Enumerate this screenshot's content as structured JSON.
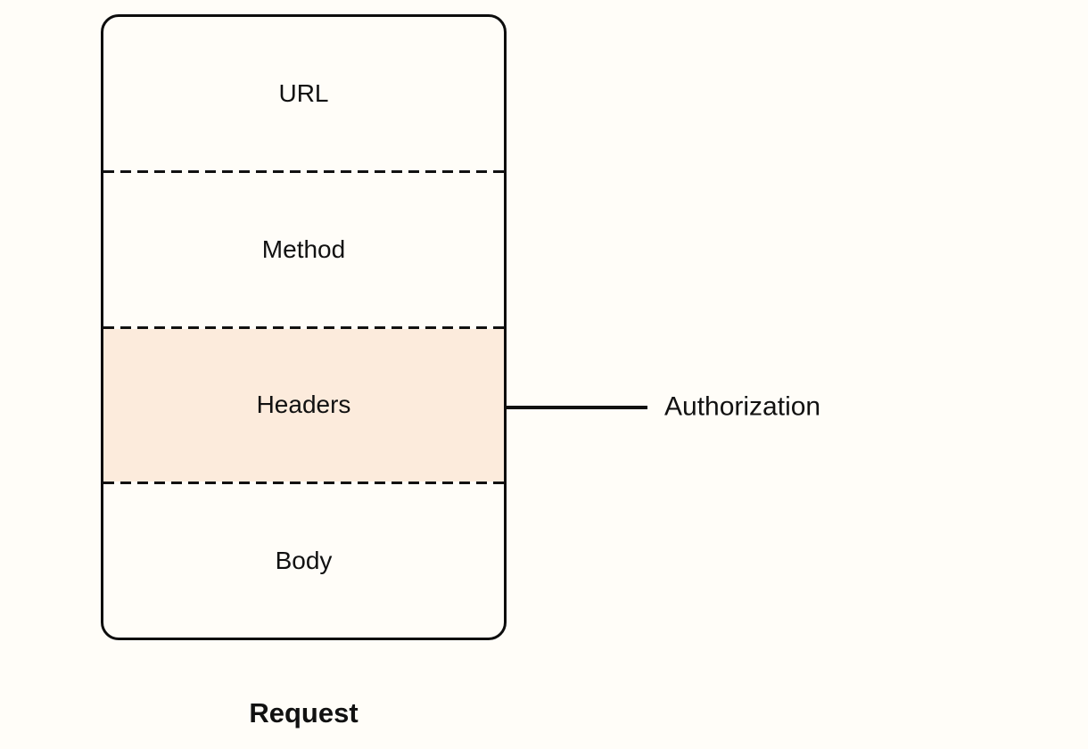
{
  "diagram": {
    "box": {
      "sections": [
        {
          "label": "URL",
          "highlighted": false
        },
        {
          "label": "Method",
          "highlighted": false
        },
        {
          "label": "Headers",
          "highlighted": true
        },
        {
          "label": "Body",
          "highlighted": false
        }
      ],
      "caption": "Request"
    },
    "annotation": {
      "label": "Authorization",
      "target_section": "Headers"
    },
    "colors": {
      "background": "#FFFDF8",
      "highlight_fill": "#FCEBDC",
      "stroke": "#111111"
    }
  }
}
